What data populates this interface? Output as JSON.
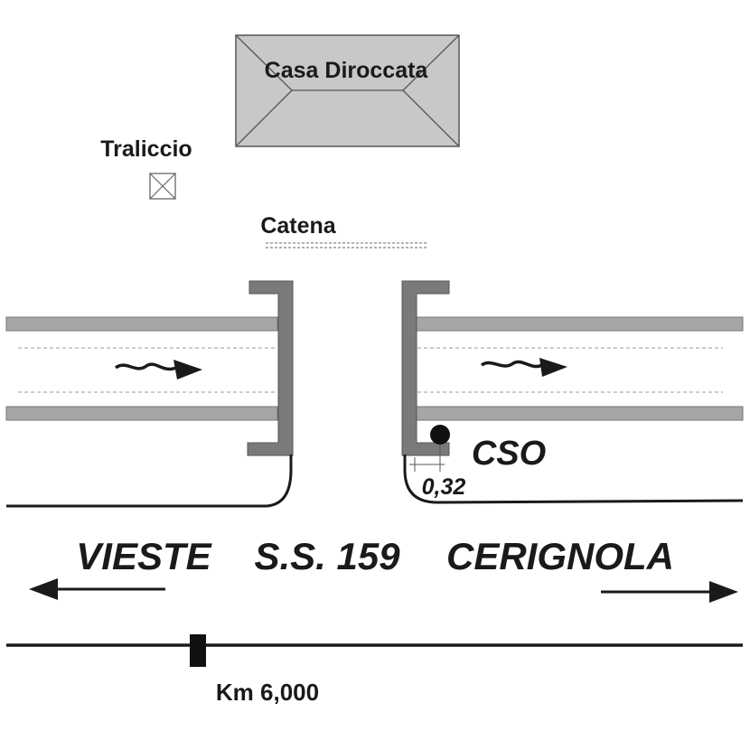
{
  "labels": {
    "house": "Casa Diroccata",
    "pylon": "Traliccio",
    "chain": "Catena",
    "cso": "CSO",
    "offset": "0,32",
    "left_city": "VIESTE",
    "road": "S.S. 159",
    "right_city": "CERIGNOLA",
    "km": "Km 6,000"
  },
  "colors": {
    "structure_gray": "#7a7a7a",
    "road_gray": "#a6a6a6",
    "house_fill": "#c8c8c8",
    "ink": "#1a1a1a"
  }
}
